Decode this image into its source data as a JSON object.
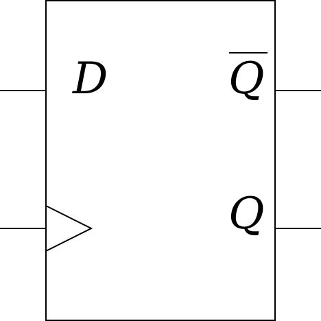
{
  "flipflop": {
    "data_input_label": "D",
    "output_label": "Q",
    "inverted_output_label": "Q",
    "inverted_output_has_overbar": true,
    "clock_input_marker": "triangle",
    "stroke_color": "#000000",
    "background_color": "#ffffff"
  }
}
